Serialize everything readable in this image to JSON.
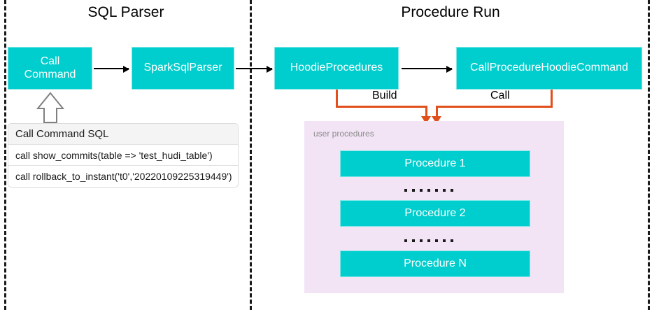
{
  "sections": [
    {
      "title": "SQL Parser"
    },
    {
      "title": "Procedure Run"
    }
  ],
  "parser_nodes": [
    {
      "label": "Call\nCommand",
      "line1": "Call",
      "line2": "Command"
    },
    {
      "label": "SparkSqlParser"
    }
  ],
  "run_nodes": [
    {
      "label": "HoodieProcedures"
    },
    {
      "label": "CallProcedureHoodieCommand"
    }
  ],
  "sql_table": {
    "header": "Call Command SQL",
    "rows": [
      "call show_commits(table => 'test_hudi_table')",
      "call rollback_to_instant('t0','20220109225319449')"
    ]
  },
  "edges": {
    "build_label": "Build",
    "call_label": "Call"
  },
  "panel": {
    "label": "user procedures",
    "procedures": [
      {
        "label": "Procedure 1"
      },
      {
        "label": "Procedure 2"
      },
      {
        "label": "Procedure N"
      }
    ],
    "ellipsis_dots": 7
  },
  "colors": {
    "node_fill": "#00cdcd",
    "node_text": "#ffffff",
    "panel_fill": "#f2e3f5",
    "edge_orange": "#e04f1c",
    "divider": "#1a1a1a",
    "panel_label": "#8d8d8d"
  }
}
